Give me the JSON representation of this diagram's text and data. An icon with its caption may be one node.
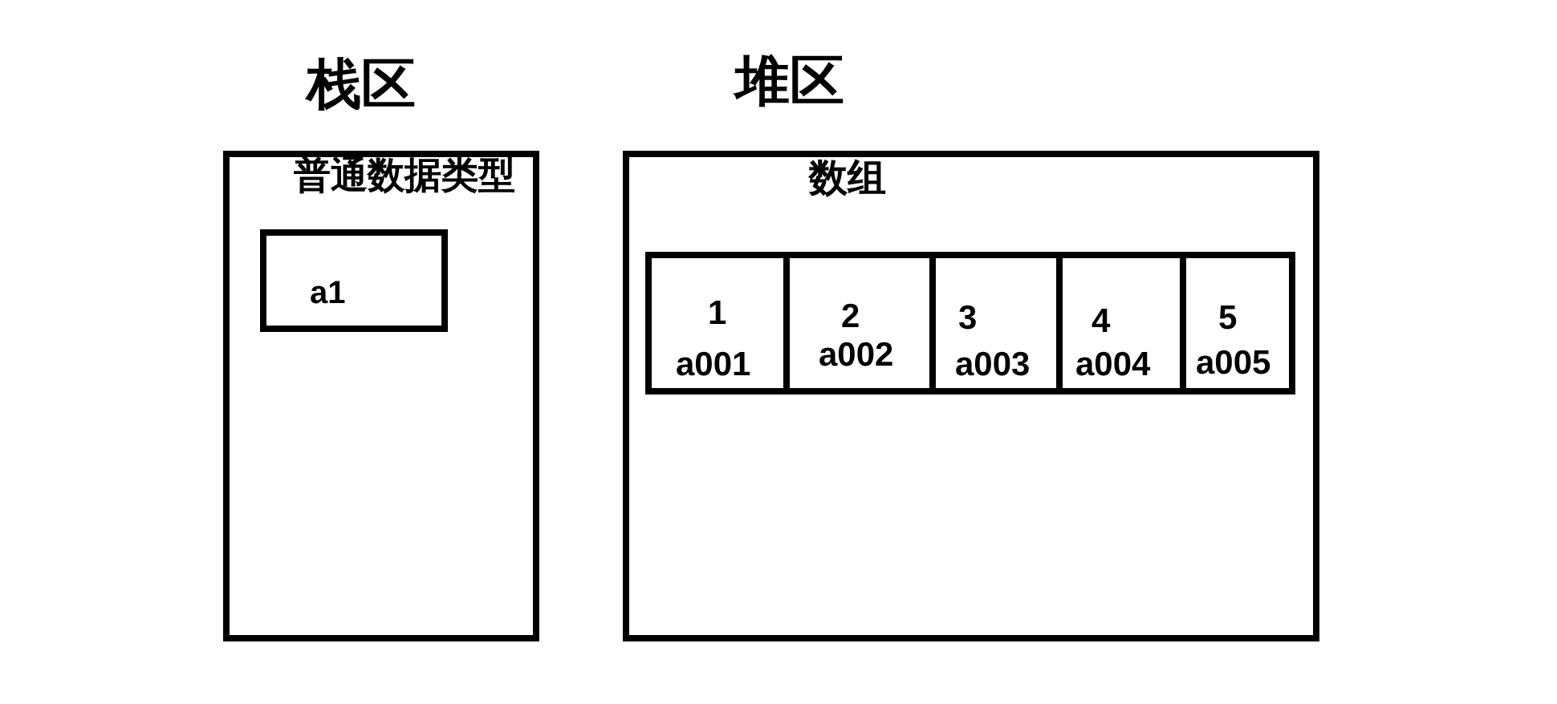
{
  "diagram": {
    "nodes": [
      {
        "text": [
          "栈区"
        ]
      },
      {
        "text": [
          "普通数据类型",
          "a1"
        ],
        "in": 0
      },
      {
        "text": [
          "堆区"
        ]
      },
      {
        "text": [
          "数组"
        ],
        "in": 2
      },
      {
        "text": [
          "1",
          "a001"
        ],
        "in": 3
      },
      {
        "text": [
          "2",
          "a002"
        ],
        "in": 3
      },
      {
        "text": [
          "3",
          "a003"
        ],
        "in": 3
      },
      {
        "text": [
          "4",
          "a004"
        ],
        "in": 3
      },
      {
        "text": [
          "5",
          "a005"
        ],
        "in": 3
      }
    ]
  }
}
